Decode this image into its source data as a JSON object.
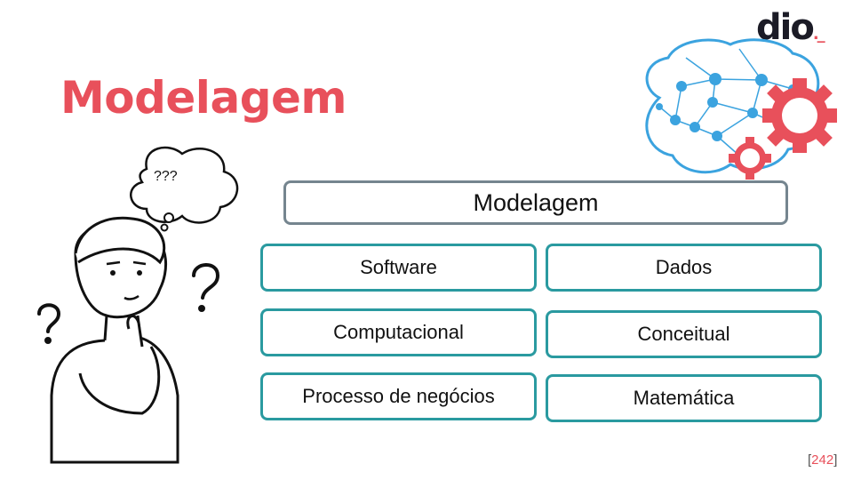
{
  "slide": {
    "title": "Modelagem",
    "logo_text": "dio",
    "logo_dot": "._",
    "thought_text": "???",
    "main_box": "Modelagem",
    "boxes": [
      "Software",
      "Dados",
      "Computacional",
      "Conceitual",
      "Processo de negócios",
      "Matemática"
    ],
    "page_open": "[",
    "page_number": "242",
    "page_close": "]"
  },
  "colors": {
    "accent": "#e8505b",
    "teal": "#2a9aa0",
    "gray_border": "#75858f",
    "brain_blue": "#3ba3df"
  },
  "icons": [
    "thinking-person-icon",
    "thought-bubble-icon",
    "question-mark-icon",
    "brain-network-icon",
    "gear-icon"
  ]
}
